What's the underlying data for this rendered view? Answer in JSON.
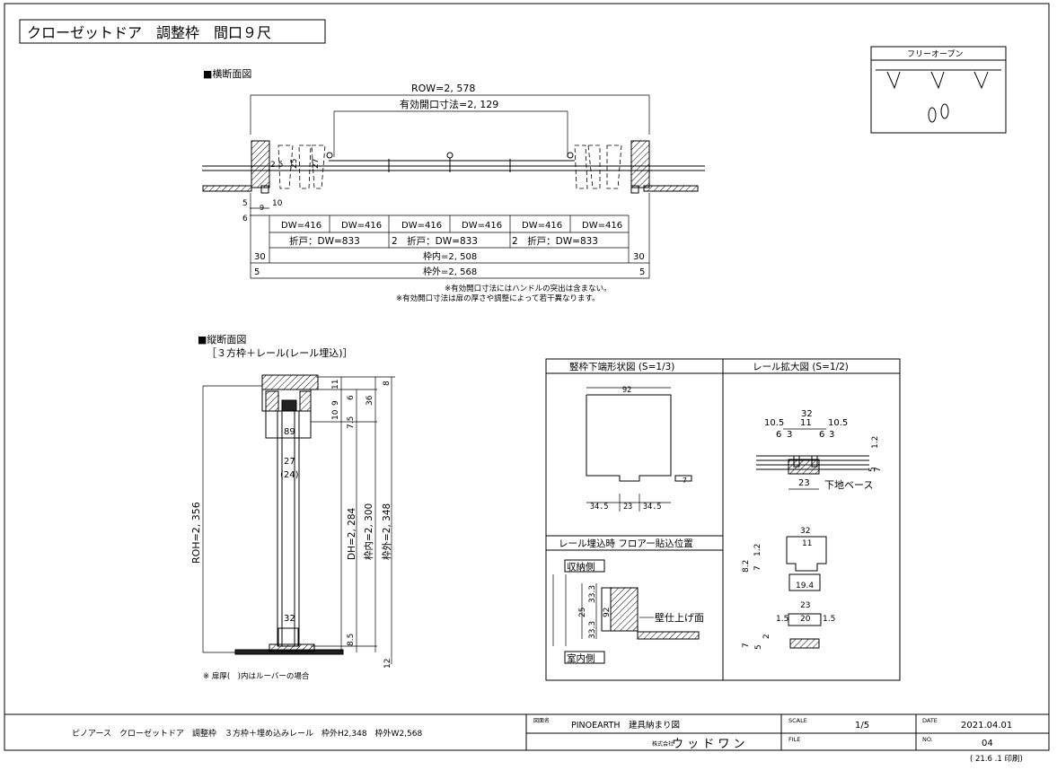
{
  "title": "クローゼットドア　調整枠　間口９尺",
  "horizontal": {
    "heading": "■横断面図",
    "row": "ROW=2, 578",
    "effective_opening": "有効開口寸法=2, 129",
    "dw_labels": [
      "DW=416",
      "DW=416",
      "DW=416",
      "DW=416",
      "DW=416",
      "DW=416"
    ],
    "fold_labels": [
      "折戸：DW=833",
      "2　折戸：DW=833",
      "2　折戸：DW=833"
    ],
    "inner_frame": "枠内=2, 508",
    "outer_frame": "枠外=2, 568",
    "dims": {
      "d30_left": "30",
      "d30_right": "30",
      "d5_left": "5",
      "d5_right": "5",
      "d10": "10",
      "d5a": "5",
      "d6": "6",
      "d9": "9",
      "d2_5": "2.5",
      "d25": "25",
      "d27": "27"
    },
    "notes": [
      "※有効開口寸法にはハンドルの突出は含まない。",
      "※有効開口寸法は扉の厚さや調整によって若干異なります。"
    ]
  },
  "vertical": {
    "heading": "■縦断面図",
    "subheading": "［３方枠＋レール(レール埋込)］",
    "roh": "ROH=2, 356",
    "dh": "DH=2, 284",
    "inner": "枠内=2, 300",
    "outer": "枠外=2, 348",
    "dims": {
      "d11": "11",
      "d8": "8",
      "d10": "10",
      "d9": "9",
      "d6": "6",
      "d36": "36",
      "d7_5": "7.5",
      "d89": "89",
      "d27": "27",
      "d24": "(24)",
      "d32": "32",
      "d8_5": "8.5",
      "d12": "12"
    },
    "note": "※ 扉厚(　)内はルーバーの場合"
  },
  "detail_frame": {
    "title": "竪枠下端形状図 (S=1/3)",
    "dims": [
      "92",
      "34.5",
      "23",
      "34.5",
      "7"
    ]
  },
  "detail_rail": {
    "title": "レール拡大図 (S=1/2)",
    "dims_top": [
      "32",
      "10.5",
      "11",
      "10.5",
      "6",
      "3",
      "6",
      "3",
      "1.2",
      "5",
      "7",
      "23"
    ],
    "base_label": "下地ベース",
    "dims_mid": [
      "32",
      "11",
      "8.2",
      "7",
      "1.2",
      "19.4"
    ],
    "dims_bot": [
      "23",
      "1.5",
      "20",
      "1.5",
      "5",
      "7",
      "2"
    ]
  },
  "detail_floor": {
    "title": "レール埋込時 フロアー貼込位置",
    "storage_side": "収納側",
    "room_side": "室内側",
    "wall_finish": "壁仕上げ面",
    "dims": [
      "25",
      "33.3",
      "92",
      "33.3"
    ]
  },
  "free_open": {
    "label": "フリーオープン"
  },
  "title_block": {
    "description": "ピノアース　クローゼットドア　調整枠　３方枠＋埋め込みレール　枠外H2,348　枠外W2,568",
    "drawing_name_label": "図面名",
    "drawing_name": "PINOEARTH　建具納まり図",
    "company_label": "株式会社",
    "company": "ウ ッ ド ワ ン",
    "scale_label": "SCALE",
    "scale": "1/5",
    "file_label": "FILE",
    "date_label": "DATE",
    "date": "2021.04.01",
    "no_label": "NO.",
    "no": "04",
    "print_info": "( 21.6 .1  印刷)"
  }
}
